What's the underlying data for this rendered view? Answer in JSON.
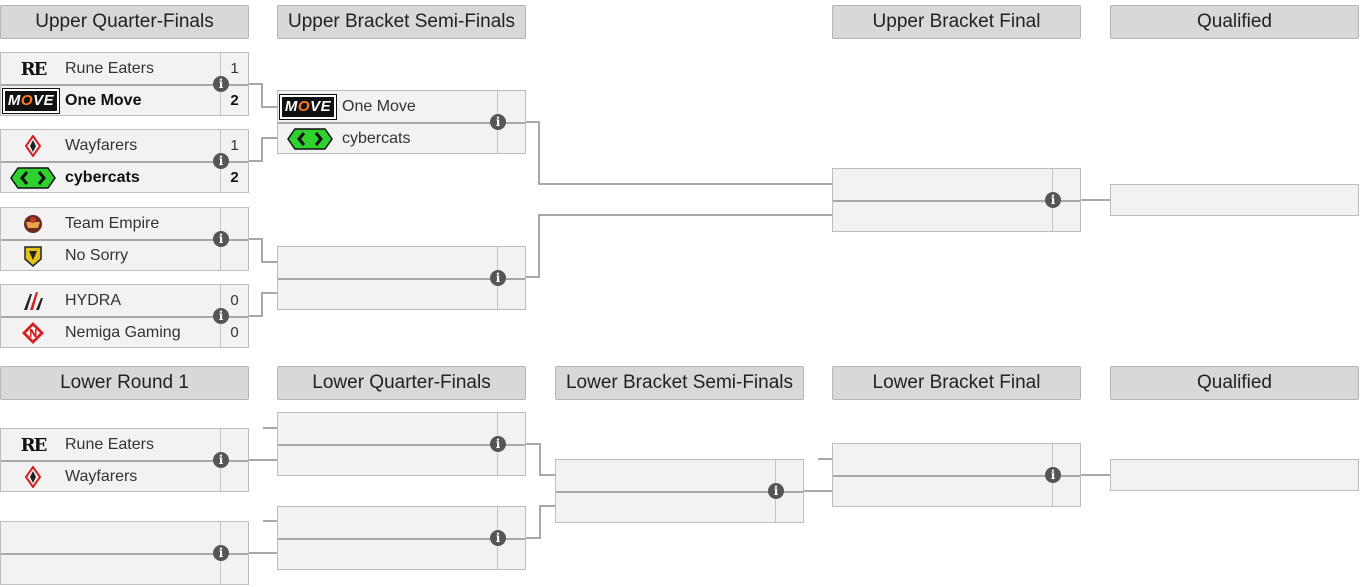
{
  "headers": {
    "upper": [
      "Upper Quarter-Finals",
      "Upper Bracket Semi-Finals",
      "Upper Bracket Final",
      "Qualified"
    ],
    "lower": [
      "Lower Round 1",
      "Lower Quarter-Finals",
      "Lower Bracket Semi-Finals",
      "Lower Bracket Final",
      "Qualified"
    ]
  },
  "teams": {
    "rune_eaters": "Rune Eaters",
    "one_move": "One Move",
    "wayfarers": "Wayfarers",
    "cybercats": "cybercats",
    "team_empire": "Team Empire",
    "no_sorry": "No Sorry",
    "hydra": "HYDRA",
    "nemiga": "Nemiga Gaming"
  },
  "logos": {
    "rune_eaters": "RE",
    "one_move_pre": "M",
    "one_move_o": "O",
    "one_move_post": "VE"
  },
  "scores": {
    "uqf1": [
      "1",
      "2"
    ],
    "uqf2": [
      "1",
      "2"
    ],
    "uqf3": [
      "",
      ""
    ],
    "uqf4": [
      "0",
      "0"
    ]
  },
  "icons": {
    "info": "i"
  },
  "colors": {
    "header_bg": "#d8d8d8",
    "match_bg": "#f2f2f2",
    "connector": "#a8a8a8",
    "cybercats_green": "#2fd12f"
  }
}
